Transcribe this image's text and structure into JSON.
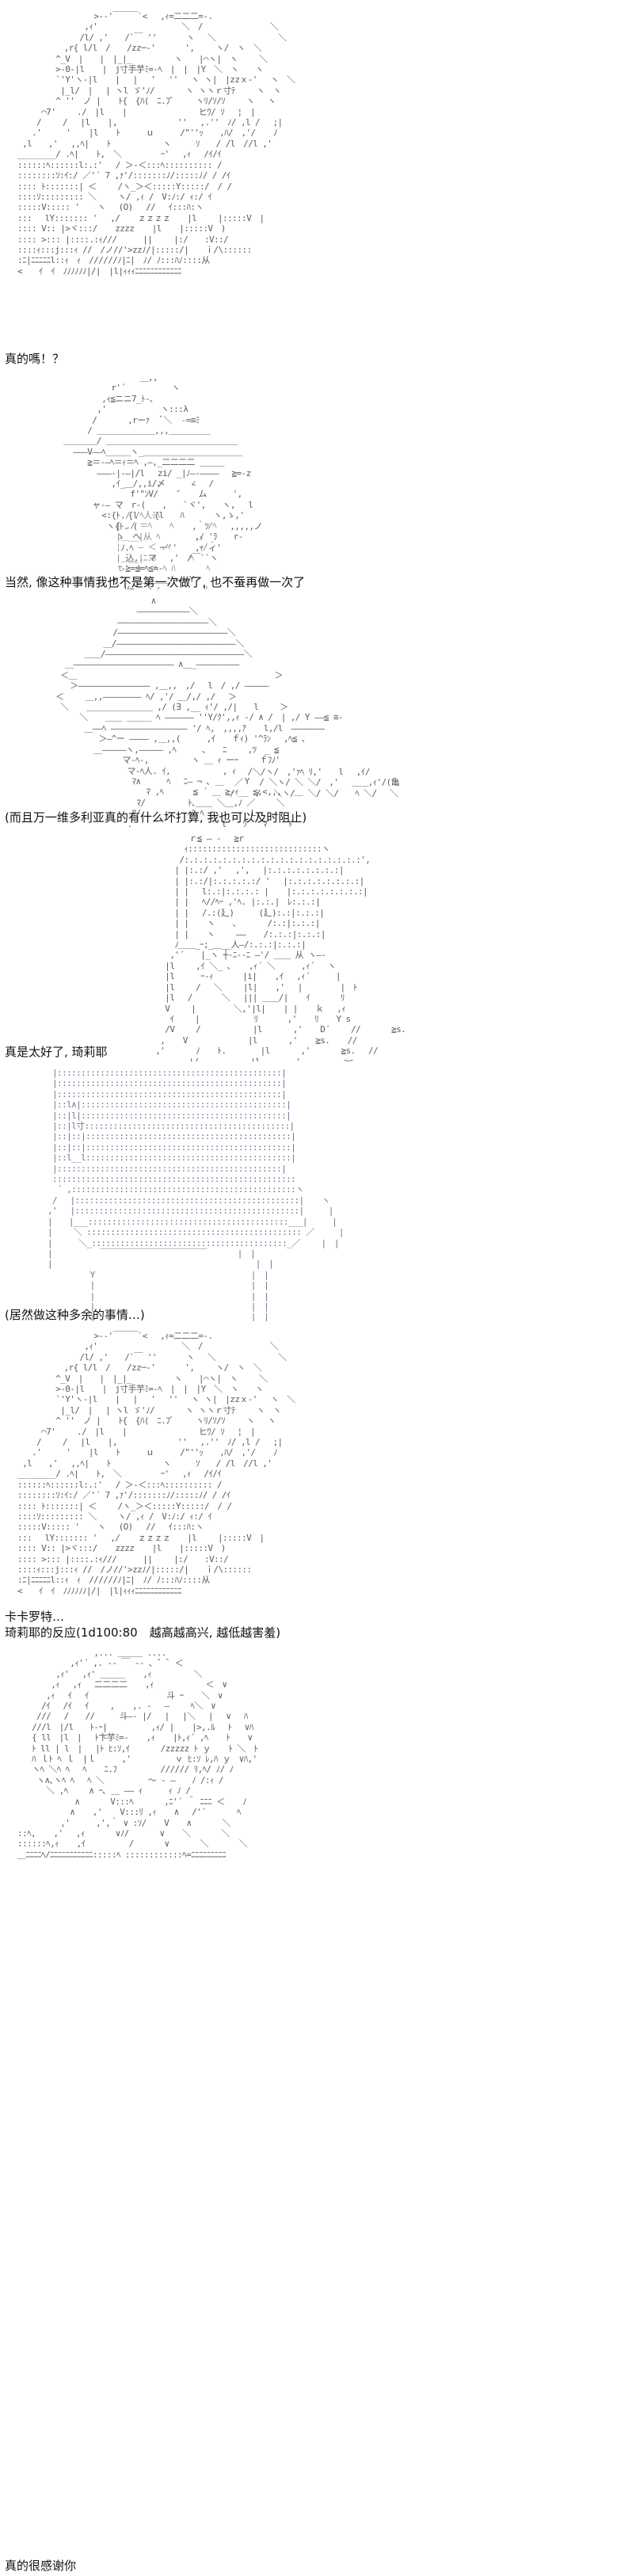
{
  "captions": [
    "真的嗎！？",
    "当然, 像这种事情我也不是第一次做了, 也不蚕再做一次了",
    "(而且万一维多利亚真的有什么坏打算, 我也可以及时阻止)",
    "真是太好了, 琦莉耶",
    "(居然做这种多余的事情…)",
    "卡卡罗特…",
    "琦莉耶的反应(1d100:80　越高越高兴, 越低越害羞)",
    "真的很感谢你"
  ]
}
